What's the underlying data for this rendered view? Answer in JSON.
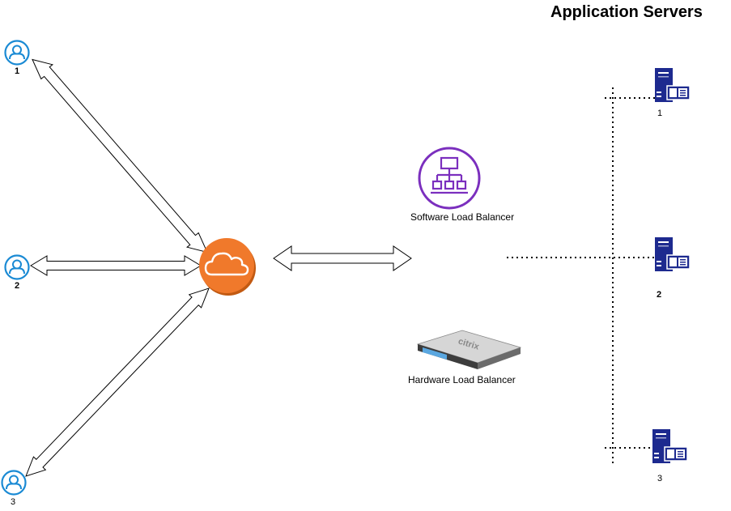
{
  "title": "Application Servers",
  "users": [
    {
      "label": "1"
    },
    {
      "label": "2"
    },
    {
      "label": "3"
    }
  ],
  "load_balancers": {
    "software": "Software Load Balancer",
    "hardware": "Hardware Load Balancer",
    "hardware_brand": "citrix"
  },
  "servers": [
    {
      "label": "1"
    },
    {
      "label": "2"
    },
    {
      "label": "3"
    }
  ],
  "colors": {
    "user": "#1a8ad4",
    "cloud": "#f0792b",
    "software_lb": "#7b2fbe",
    "server": "#1d2a8f",
    "hardware_screen": "#5aa7e0"
  },
  "icons": {
    "user": "user-icon",
    "cloud": "cloud-icon",
    "software_lb": "network-tree-icon",
    "hardware_lb": "rack-appliance-icon",
    "server": "server-tower-icon"
  }
}
